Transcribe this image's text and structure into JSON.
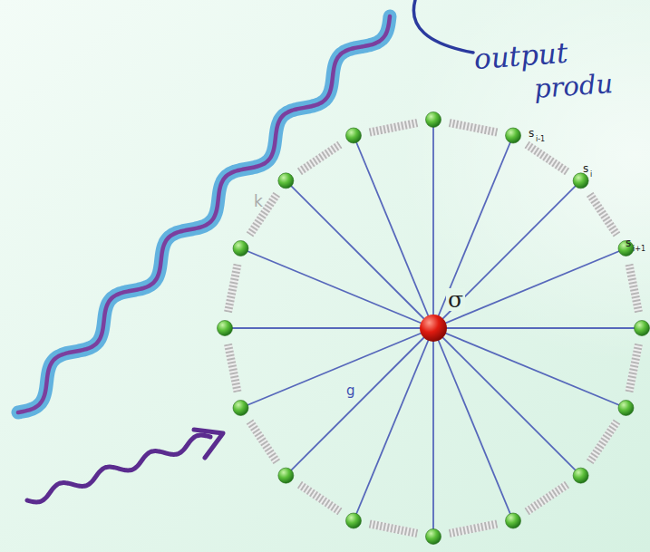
{
  "diagram": {
    "nodes": [
      {
        "text": [
          "σ"
        ]
      }
    ],
    "labels": [
      "k",
      "g",
      "s",
      "i-1",
      "s",
      "i",
      "s",
      "i+1",
      "output",
      "produ"
    ]
  }
}
